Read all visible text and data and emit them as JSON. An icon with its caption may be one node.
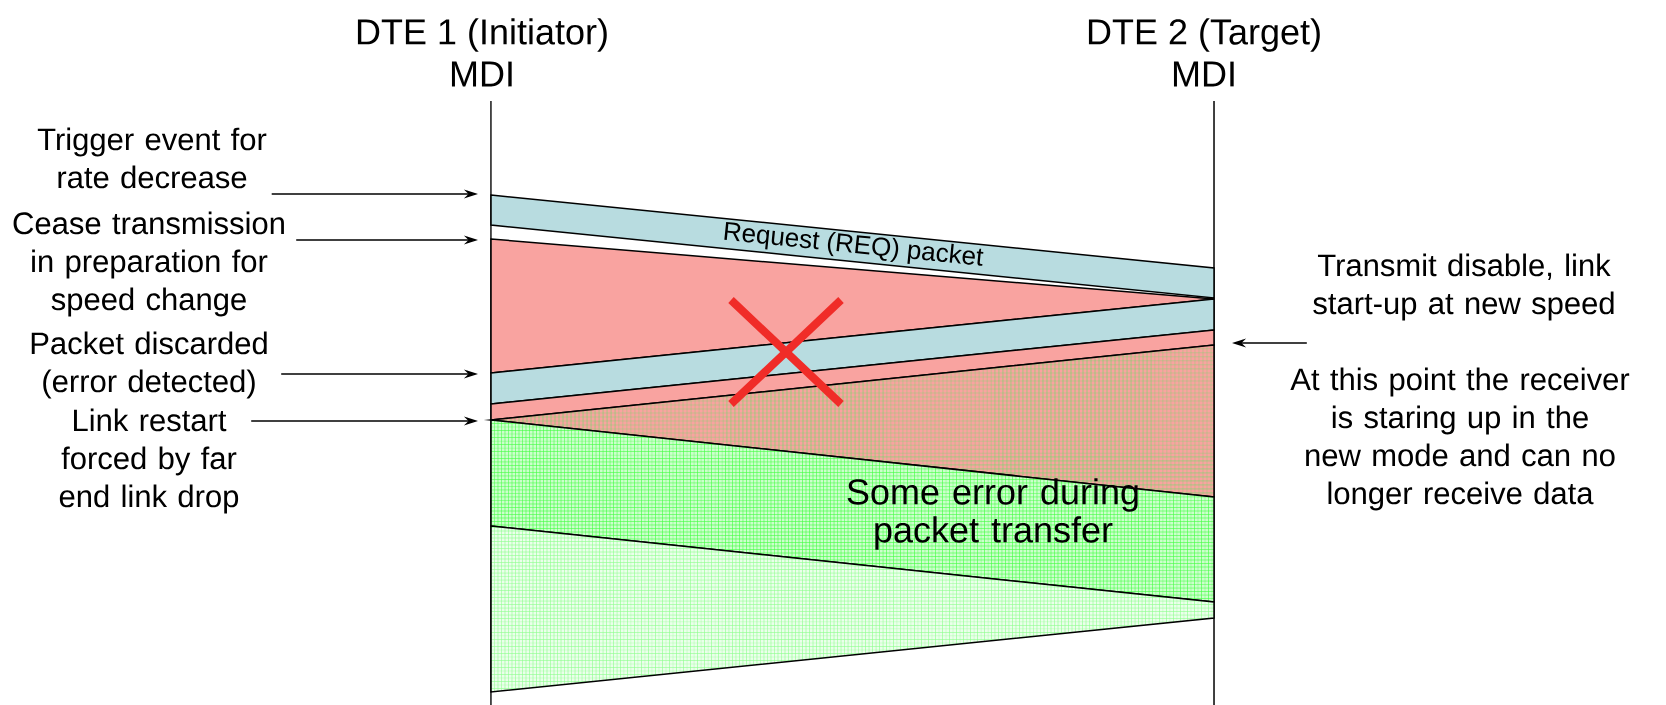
{
  "diagram": {
    "nodes": [
      {
        "text": [
          "Trigger event for rate decrease"
        ]
      },
      {
        "text": [
          "Cease transmission in preparation for speed change"
        ]
      },
      {
        "text": [
          "Packet discarded (error detected)"
        ]
      },
      {
        "text": [
          "Link restart forced by far end link drop"
        ]
      },
      {
        "text": [
          "Request (REQ) packet"
        ]
      },
      {
        "text": [
          "Transmit disable, link start-up at new speed"
        ]
      }
    ],
    "edges": [
      {
        "from": 0,
        "to": null,
        "arrow": "to"
      },
      {
        "from": 1,
        "to": null,
        "arrow": "to"
      },
      {
        "from": 2,
        "to": null,
        "arrow": "to"
      },
      {
        "from": 3,
        "to": null,
        "arrow": "to"
      },
      {
        "from": 5,
        "to": null,
        "arrow": "to"
      }
    ],
    "labels": [
      "DTE 1 (Initiator)",
      "MDI",
      "DTE 2 (Target)",
      "MDI",
      "Some error during packet transfer",
      "At this point the receiver is staring up in the new mode and can no longer receive data"
    ]
  }
}
